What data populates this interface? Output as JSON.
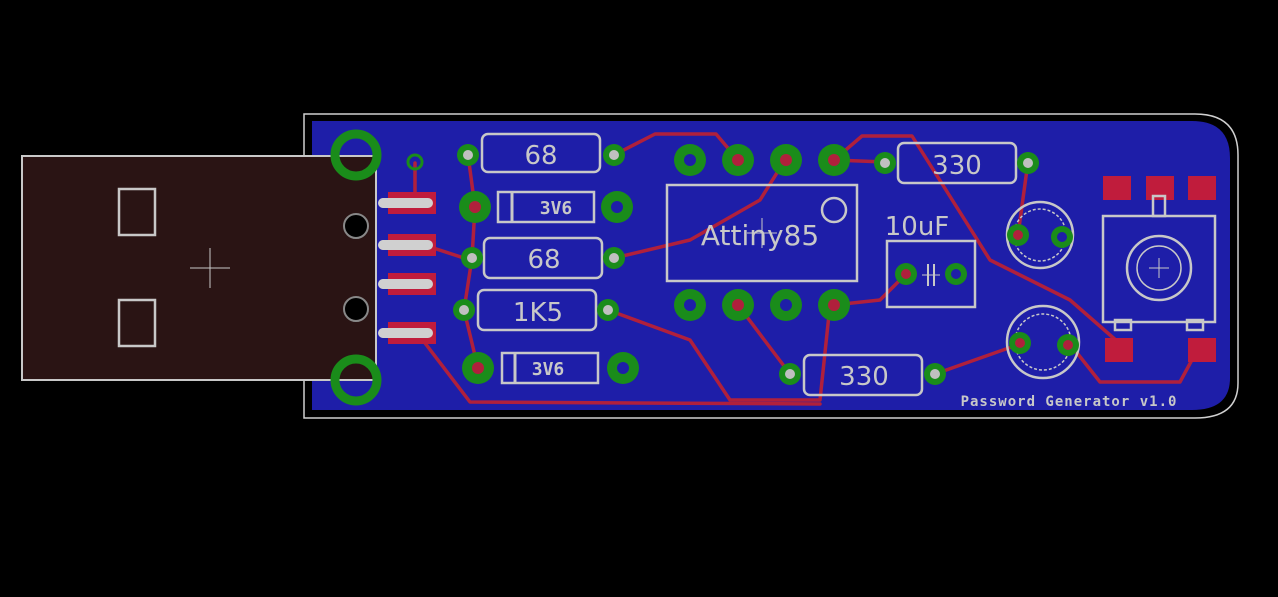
{
  "board": {
    "title": "Password Generator v1.0",
    "colors": {
      "background": "#000000",
      "board": "#1e1ea8",
      "copper_trace": "#b0203c",
      "smd_pad": "#c01c3c",
      "via_ring": "#1a8c1a",
      "silkscreen": "#c8c8c8"
    }
  },
  "components": {
    "r1": "68",
    "d1": "3V6",
    "r2": "68",
    "r3": "1K5",
    "d2": "3V6",
    "ic": "Attiny85",
    "r4": "330",
    "c1": "10uF",
    "r5": "330"
  },
  "icons": [
    "usb-connector-icon",
    "push-button-icon",
    "led-icon",
    "crosshair-icon"
  ]
}
